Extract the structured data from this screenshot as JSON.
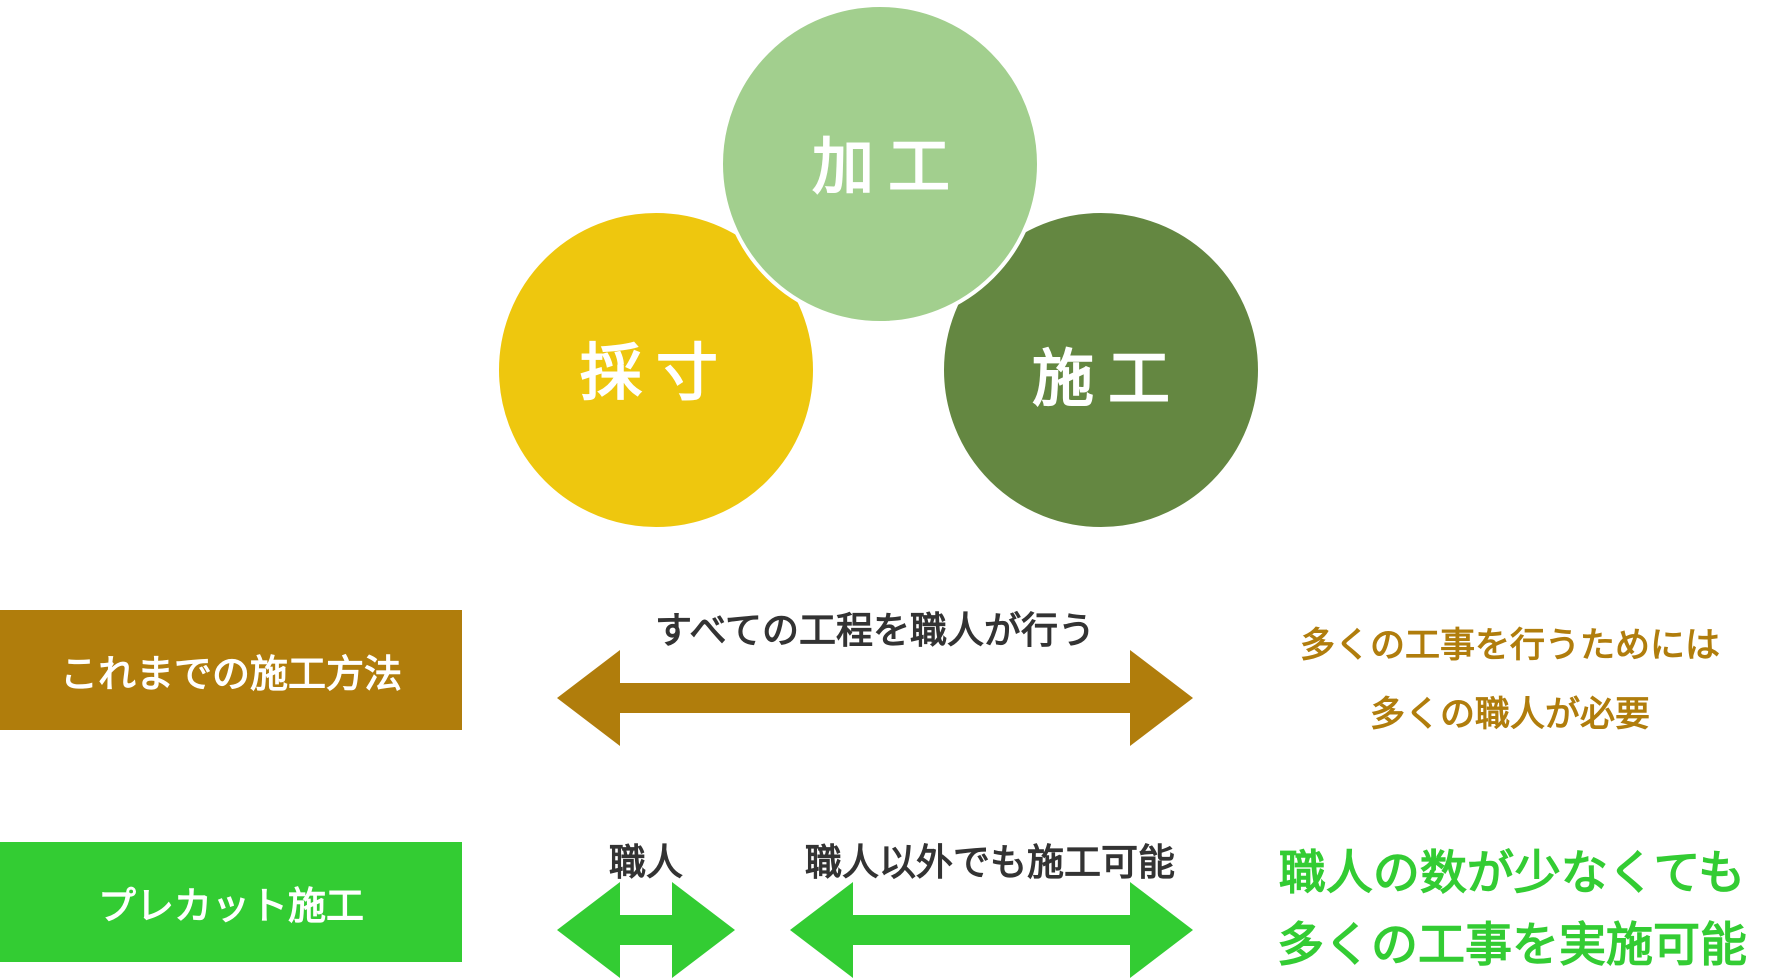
{
  "circles": {
    "kakou": "加工",
    "saisun": "採寸",
    "sekou": "施工"
  },
  "traditional": {
    "label": "これまでの施工方法",
    "arrow_caption": "すべての工程を職人が行う",
    "result_line1": "多くの工事を行うためには",
    "result_line2": "多くの職人が必要"
  },
  "precut": {
    "label": "プレカット施工",
    "arrow1_caption": "職人",
    "arrow2_caption": "職人以外でも施工可能",
    "result_line1": "職人の数が少なくても",
    "result_line2": "多くの工事を実施可能"
  },
  "colors": {
    "kakou_circle": "#a2cf8e",
    "saisun_circle": "#eec70e",
    "sekou_circle": "#648741",
    "traditional": "#b07d0c",
    "precut": "#33cc33",
    "caption_text": "#333333"
  }
}
